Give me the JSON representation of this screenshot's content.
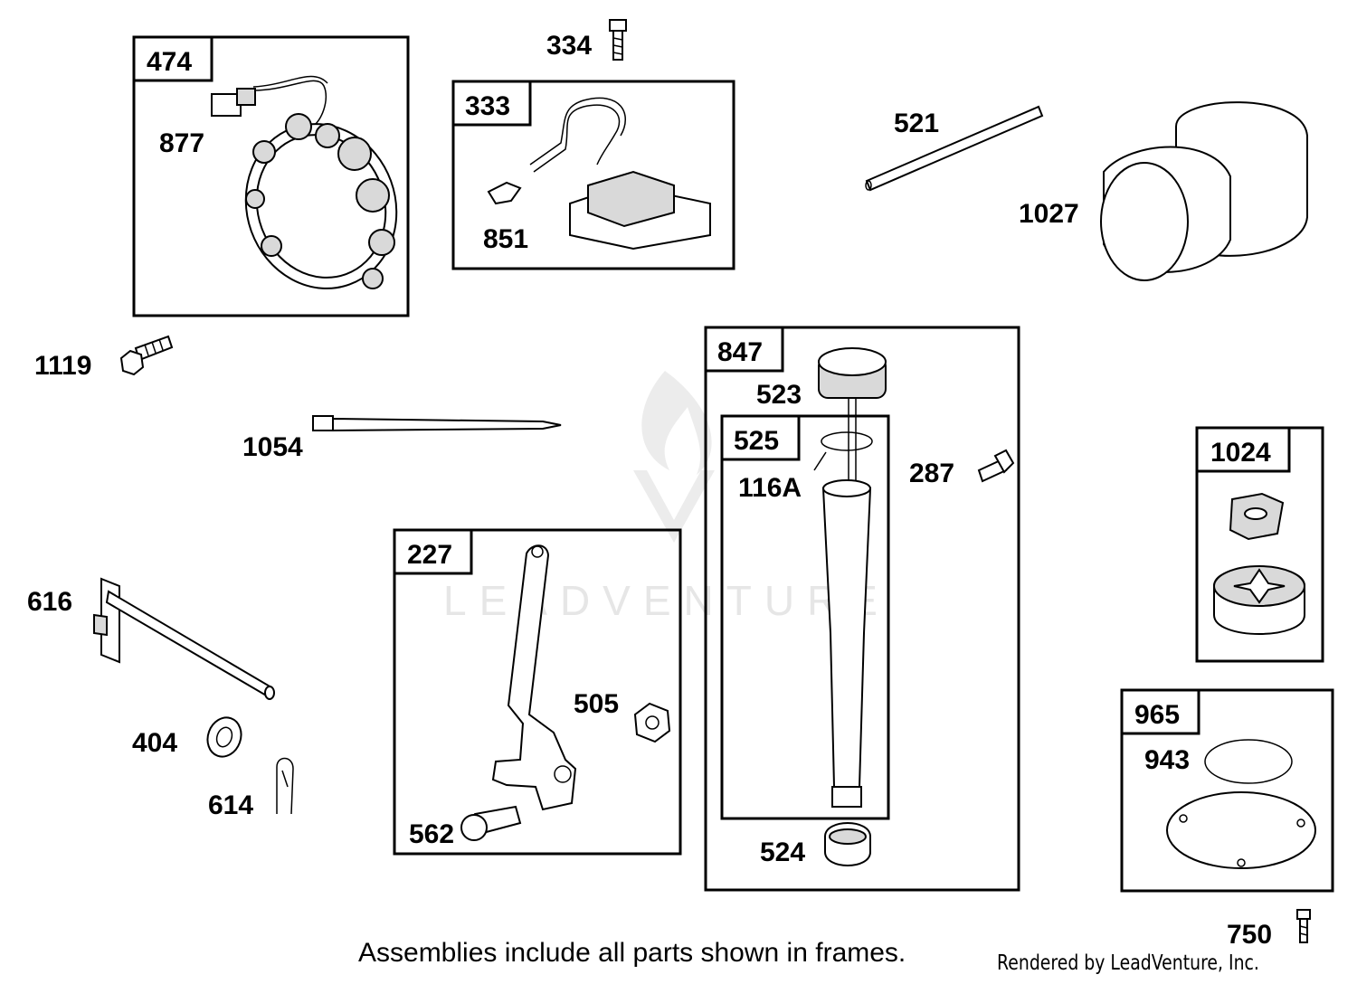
{
  "frames": [
    {
      "id": "474"
    },
    {
      "id": "333"
    },
    {
      "id": "847"
    },
    {
      "id": "525"
    },
    {
      "id": "227"
    },
    {
      "id": "1024"
    },
    {
      "id": "965"
    }
  ],
  "parts": [
    {
      "id": "334"
    },
    {
      "id": "877"
    },
    {
      "id": "851"
    },
    {
      "id": "521"
    },
    {
      "id": "1027"
    },
    {
      "id": "1119"
    },
    {
      "id": "1054"
    },
    {
      "id": "523"
    },
    {
      "id": "116A"
    },
    {
      "id": "287"
    },
    {
      "id": "616"
    },
    {
      "id": "404"
    },
    {
      "id": "614"
    },
    {
      "id": "505"
    },
    {
      "id": "562"
    },
    {
      "id": "524"
    },
    {
      "id": "943"
    },
    {
      "id": "750"
    }
  ],
  "watermark": "LEADVENTURE",
  "footer_note": "Assemblies include all parts shown in frames.",
  "credit": "Rendered by LeadVenture, Inc."
}
